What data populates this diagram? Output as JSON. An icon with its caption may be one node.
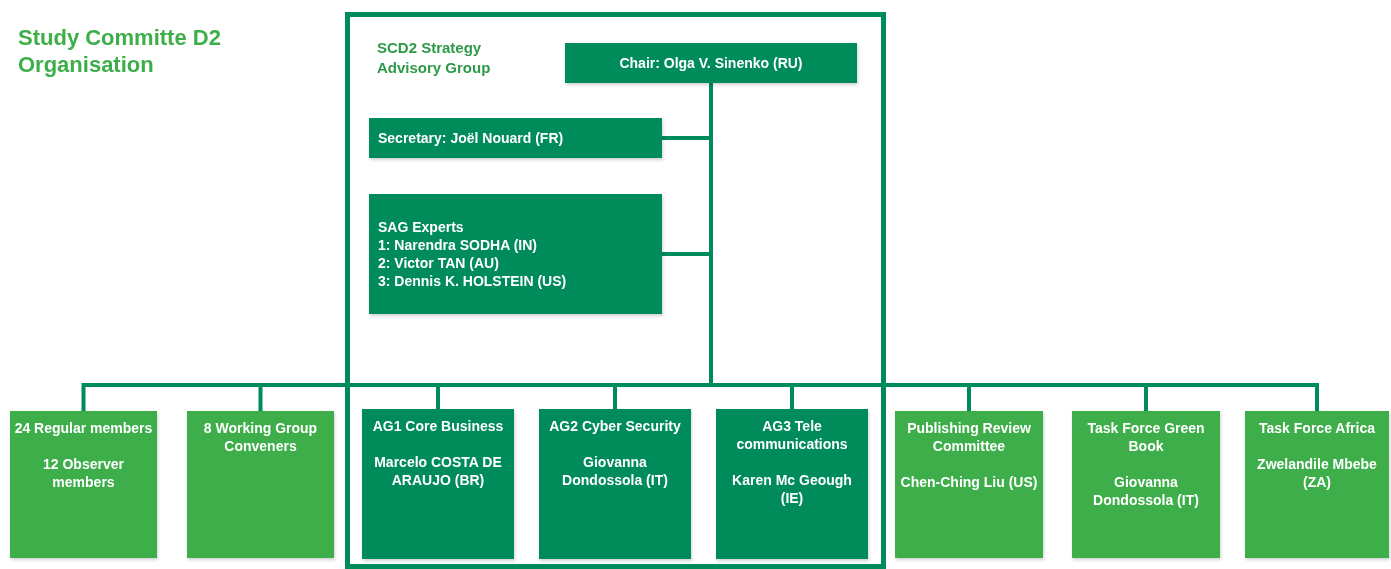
{
  "diagram": {
    "title": "Study Committe D2 Organisation",
    "nodes": [
      {
        "text": [
          "SCD2 Strategy Advisory Group"
        ]
      },
      {
        "text": [
          "Chair: Olga V. Sinenko (RU)"
        ],
        "in": 0
      },
      {
        "text": [
          "Secretary: Joël Nouard (FR)"
        ],
        "in": 0
      },
      {
        "text": [
          "SAG Experts",
          "1: Narendra SODHA (IN)",
          "2: Victor TAN (AU)",
          "3: Dennis K. HOLSTEIN (US)"
        ],
        "in": 0
      },
      {
        "text": [
          "24 Regular members",
          "12 Observer members"
        ]
      },
      {
        "text": [
          "8 Working Group Conveners"
        ]
      },
      {
        "text": [
          "AG1 Core Business",
          "Marcelo COSTA DE ARAUJO (BR)"
        ],
        "in": 0
      },
      {
        "text": [
          "AG2 Cyber Security",
          "Giovanna Dondossola (IT)"
        ],
        "in": 0
      },
      {
        "text": [
          "AG3 Tele communications",
          "Karen Mc Geough (IE)"
        ],
        "in": 0
      },
      {
        "text": [
          "Publishing Review Committee",
          "Chen-Ching Liu (US)"
        ]
      },
      {
        "text": [
          "Task Force Green Book",
          "Giovanna Dondossola (IT)"
        ]
      },
      {
        "text": [
          "Task Force Africa",
          "Zwelandile Mbebe (ZA)"
        ]
      }
    ],
    "edges": [
      {
        "from": 1,
        "to": 2,
        "arrow": "none"
      },
      {
        "from": 1,
        "to": 3,
        "arrow": "none"
      },
      {
        "from": 1,
        "to": 4,
        "arrow": "none"
      },
      {
        "from": 1,
        "to": 5,
        "arrow": "none"
      },
      {
        "from": 1,
        "to": 6,
        "arrow": "none"
      },
      {
        "from": 1,
        "to": 7,
        "arrow": "none"
      },
      {
        "from": 1,
        "to": 8,
        "arrow": "none"
      },
      {
        "from": 1,
        "to": 9,
        "arrow": "none"
      },
      {
        "from": 1,
        "to": 10,
        "arrow": "none"
      },
      {
        "from": 1,
        "to": 11,
        "arrow": "none"
      }
    ]
  }
}
